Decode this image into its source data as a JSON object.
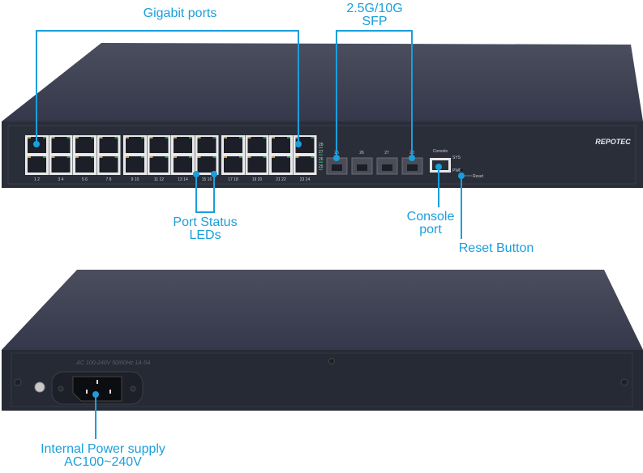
{
  "colors": {
    "callout": "#1a9fdc",
    "chassis_front": "#2a2e39",
    "chassis_top": "#3d4150",
    "port_frame": "#e8e8ea",
    "led_green": "#1f9a4a",
    "led_amber": "#c9a14a"
  },
  "front": {
    "brand": "REPOTEC",
    "port_labels": [
      "1 2",
      "3 4",
      "5 6",
      "7 8",
      "9 10",
      "11 12",
      "13 14",
      "15 16",
      "17 18",
      "19 20",
      "21 22",
      "23 24"
    ],
    "sfp_labels": [
      "25",
      "26",
      "27",
      "28"
    ],
    "sfp_led_labels": [
      "28",
      "27",
      "26",
      "25"
    ],
    "console_label": "Console",
    "sys_label": "SYS",
    "pwr_label": "PWR",
    "reset_label": "Reset"
  },
  "rear": {
    "power_rating": "AC 100-240V 50/60Hz 1A-5A"
  },
  "callouts": {
    "gigabit": "Gigabit ports",
    "sfp_line1": "2.5G/10G",
    "sfp_line2": "SFP",
    "leds_line1": "Port Status",
    "leds_line2": "LEDs",
    "console_line1": "Console",
    "console_line2": "port",
    "reset": "Reset Button",
    "power_line1": "Internal Power supply",
    "power_line2": "AC100~240V"
  }
}
